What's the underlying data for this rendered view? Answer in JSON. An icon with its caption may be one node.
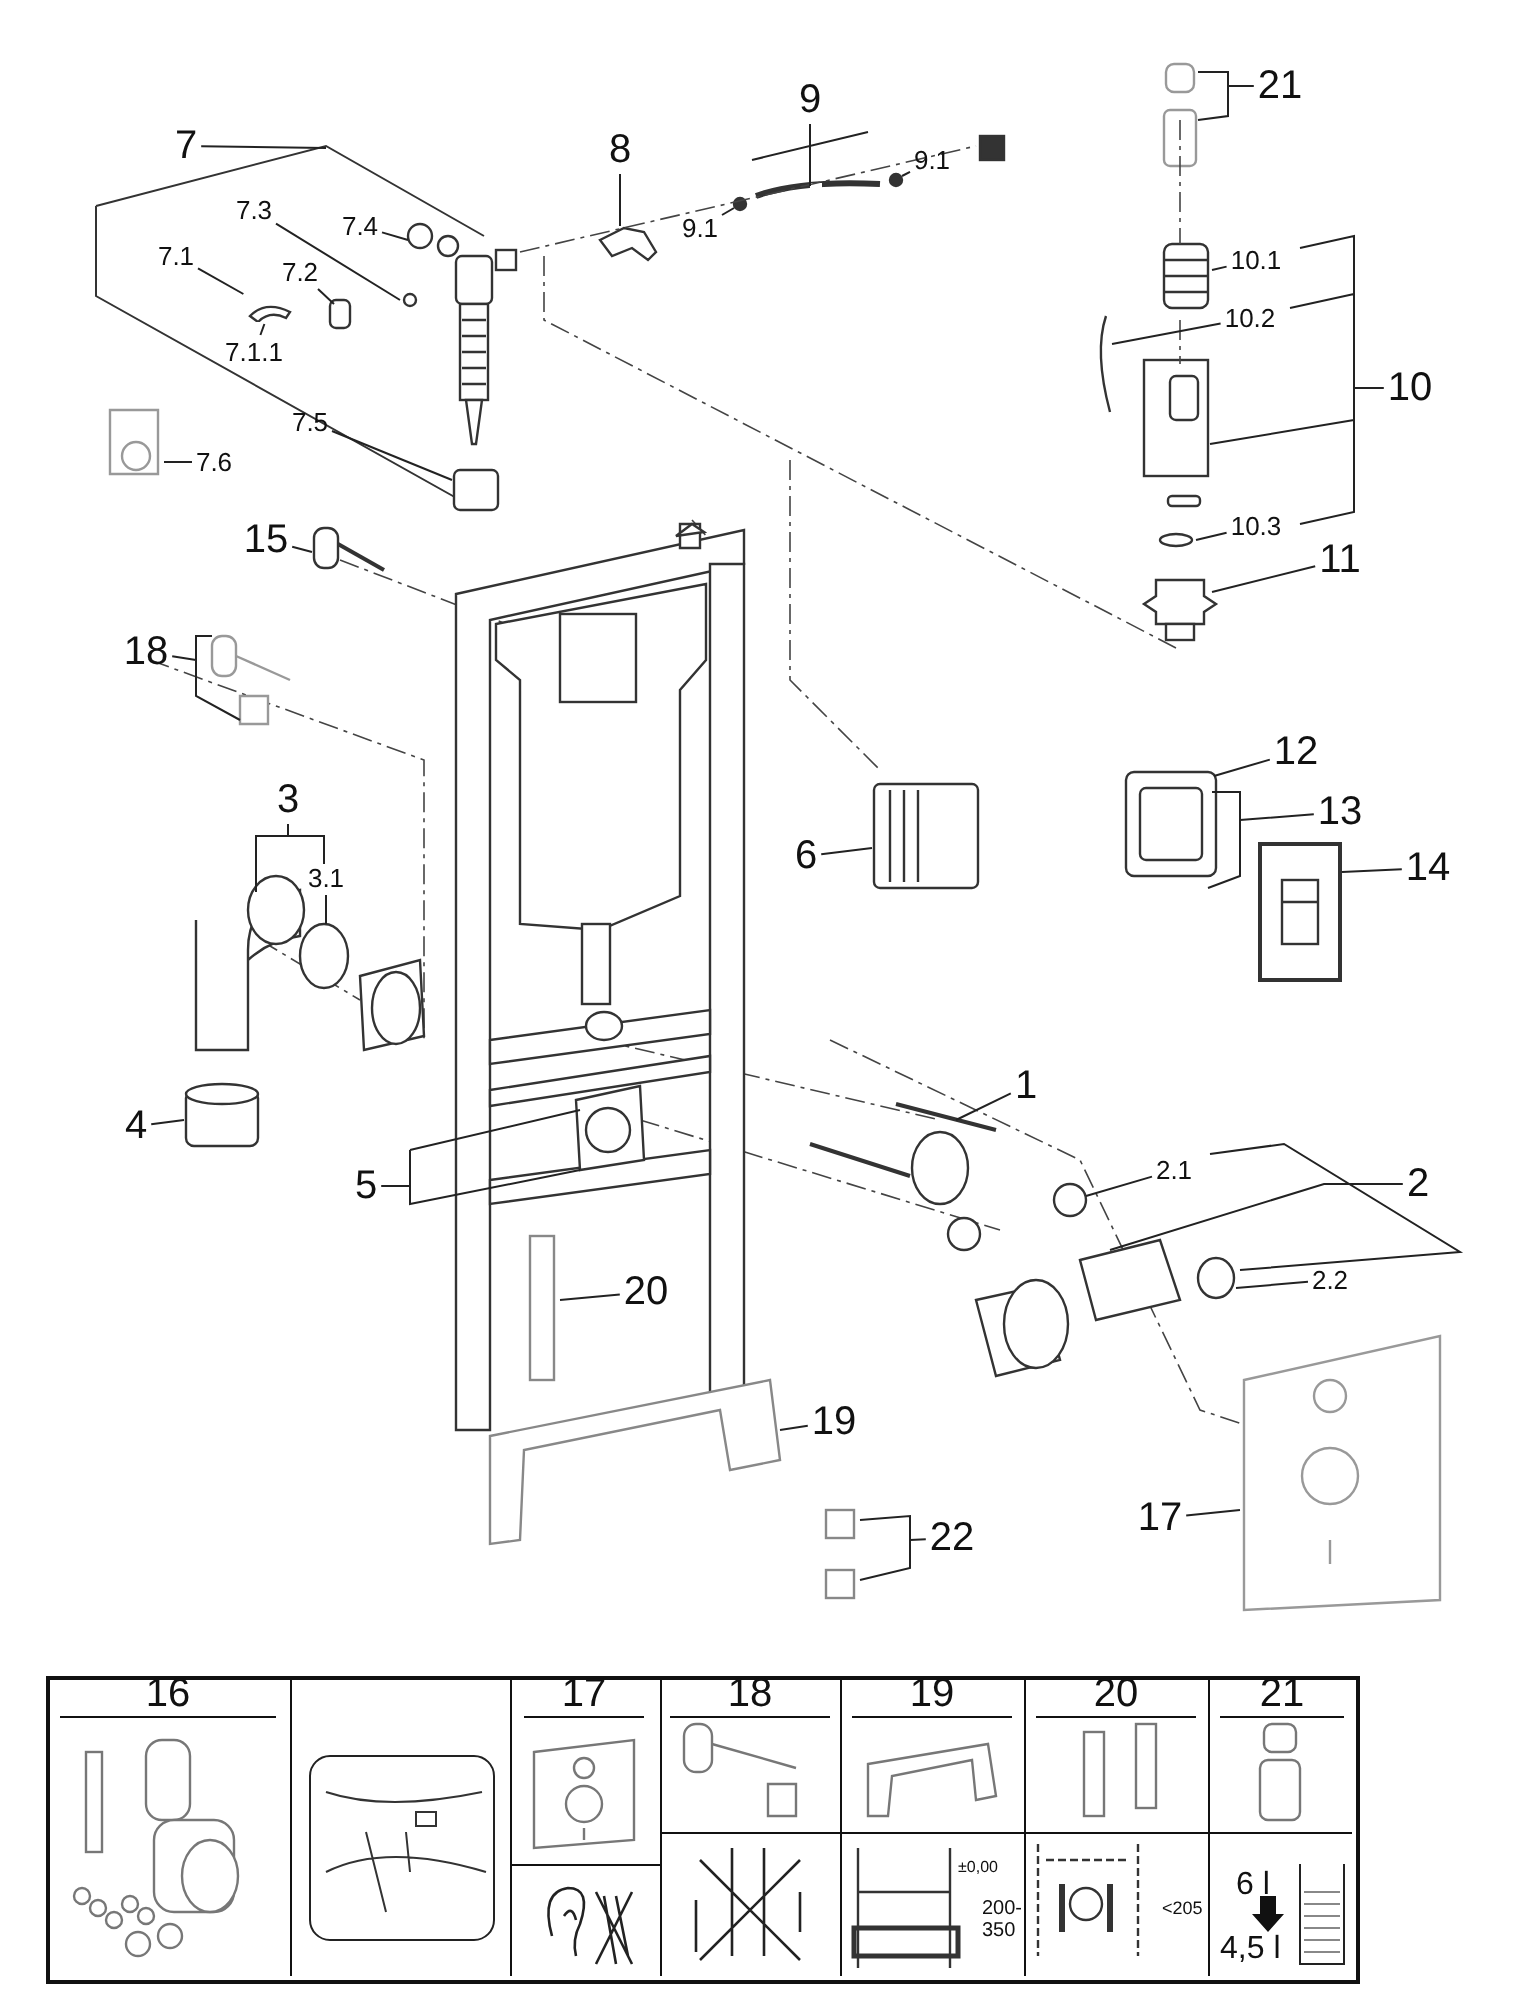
{
  "diagram": {
    "nodes": [
      {
        "text": [
          "7"
        ]
      },
      {
        "text": [
          "7.3"
        ]
      },
      {
        "text": [
          "7.4"
        ]
      },
      {
        "text": [
          "7.1"
        ]
      },
      {
        "text": [
          "7.2"
        ]
      },
      {
        "text": [
          "7.1.1"
        ]
      },
      {
        "text": [
          "7.5"
        ]
      },
      {
        "text": [
          "7.6"
        ]
      },
      {
        "text": [
          "8"
        ]
      },
      {
        "text": [
          "9"
        ]
      },
      {
        "text": [
          "9.1"
        ]
      },
      {
        "text": [
          "9.1"
        ]
      },
      {
        "text": [
          "21"
        ]
      },
      {
        "text": [
          "10.1"
        ]
      },
      {
        "text": [
          "10.2"
        ]
      },
      {
        "text": [
          "10"
        ]
      },
      {
        "text": [
          "10.3"
        ]
      },
      {
        "text": [
          "11"
        ]
      },
      {
        "text": [
          "15"
        ]
      },
      {
        "text": [
          "18"
        ]
      },
      {
        "text": [
          "3"
        ]
      },
      {
        "text": [
          "3.1"
        ]
      },
      {
        "text": [
          "12"
        ]
      },
      {
        "text": [
          "13"
        ]
      },
      {
        "text": [
          "6"
        ]
      },
      {
        "text": [
          "14"
        ]
      },
      {
        "text": [
          "4"
        ]
      },
      {
        "text": [
          "1"
        ]
      },
      {
        "text": [
          "5"
        ]
      },
      {
        "text": [
          "2.1"
        ]
      },
      {
        "text": [
          "2"
        ]
      },
      {
        "text": [
          "2.2"
        ]
      },
      {
        "text": [
          "20"
        ]
      },
      {
        "text": [
          "19"
        ]
      },
      {
        "text": [
          "17"
        ]
      },
      {
        "text": [
          "22"
        ]
      },
      {
        "text": [],
        "shape": "picture"
      }
    ],
    "edges": [
      {
        "from": 0,
        "to": null,
        "arrow": "none"
      },
      {
        "from": 1,
        "to": null,
        "arrow": "none"
      },
      {
        "from": 2,
        "to": null,
        "arrow": "none"
      },
      {
        "from": 3,
        "to": 36,
        "arrow": "none"
      },
      {
        "from": 4,
        "to": null,
        "arrow": "none"
      },
      {
        "from": 5,
        "to": 36,
        "arrow": "none"
      },
      {
        "from": 6,
        "to": null,
        "arrow": "none"
      },
      {
        "from": 7,
        "to": null,
        "arrow": "none"
      },
      {
        "from": 8,
        "to": null,
        "arrow": "none"
      },
      {
        "from": 9,
        "to": null,
        "arrow": "none"
      },
      {
        "from": 10,
        "to": null,
        "arrow": "none"
      },
      {
        "from": 11,
        "to": null,
        "arrow": "none"
      },
      {
        "from": 12,
        "to": null,
        "arrow": "none"
      },
      {
        "from": 13,
        "to": null,
        "arrow": "none"
      },
      {
        "from": 14,
        "to": null,
        "arrow": "none"
      },
      {
        "from": 15,
        "to": null,
        "arrow": "none"
      },
      {
        "from": 16,
        "to": null,
        "arrow": "none"
      },
      {
        "from": 17,
        "to": null,
        "arrow": "none"
      },
      {
        "from": 18,
        "to": null,
        "arrow": "none"
      },
      {
        "from": 19,
        "to": null,
        "arrow": "none"
      },
      {
        "from": 20,
        "to": null,
        "arrow": "none"
      },
      {
        "from": 21,
        "to": null,
        "arrow": "none"
      },
      {
        "from": 22,
        "to": null,
        "arrow": "none"
      },
      {
        "from": 23,
        "to": null,
        "arrow": "none"
      },
      {
        "from": 24,
        "to": null,
        "arrow": "none"
      },
      {
        "from": 25,
        "to": null,
        "arrow": "none"
      },
      {
        "from": 26,
        "to": null,
        "arrow": "none"
      },
      {
        "from": 27,
        "to": null,
        "arrow": "none"
      },
      {
        "from": 28,
        "to": null,
        "arrow": "none"
      },
      {
        "from": 29,
        "to": null,
        "arrow": "none"
      },
      {
        "from": 30,
        "to": null,
        "arrow": "none"
      },
      {
        "from": 31,
        "to": null,
        "arrow": "none"
      },
      {
        "from": 32,
        "to": null,
        "arrow": "none"
      },
      {
        "from": 33,
        "to": null,
        "arrow": "none"
      },
      {
        "from": 34,
        "to": null,
        "arrow": "none"
      },
      {
        "from": 35,
        "to": null,
        "arrow": "none"
      }
    ],
    "labels": [
      "16",
      "17",
      "18",
      "19",
      "20",
      "21",
      "±0,00",
      "200-350",
      "<205",
      "6 l",
      "4,5 l"
    ]
  }
}
